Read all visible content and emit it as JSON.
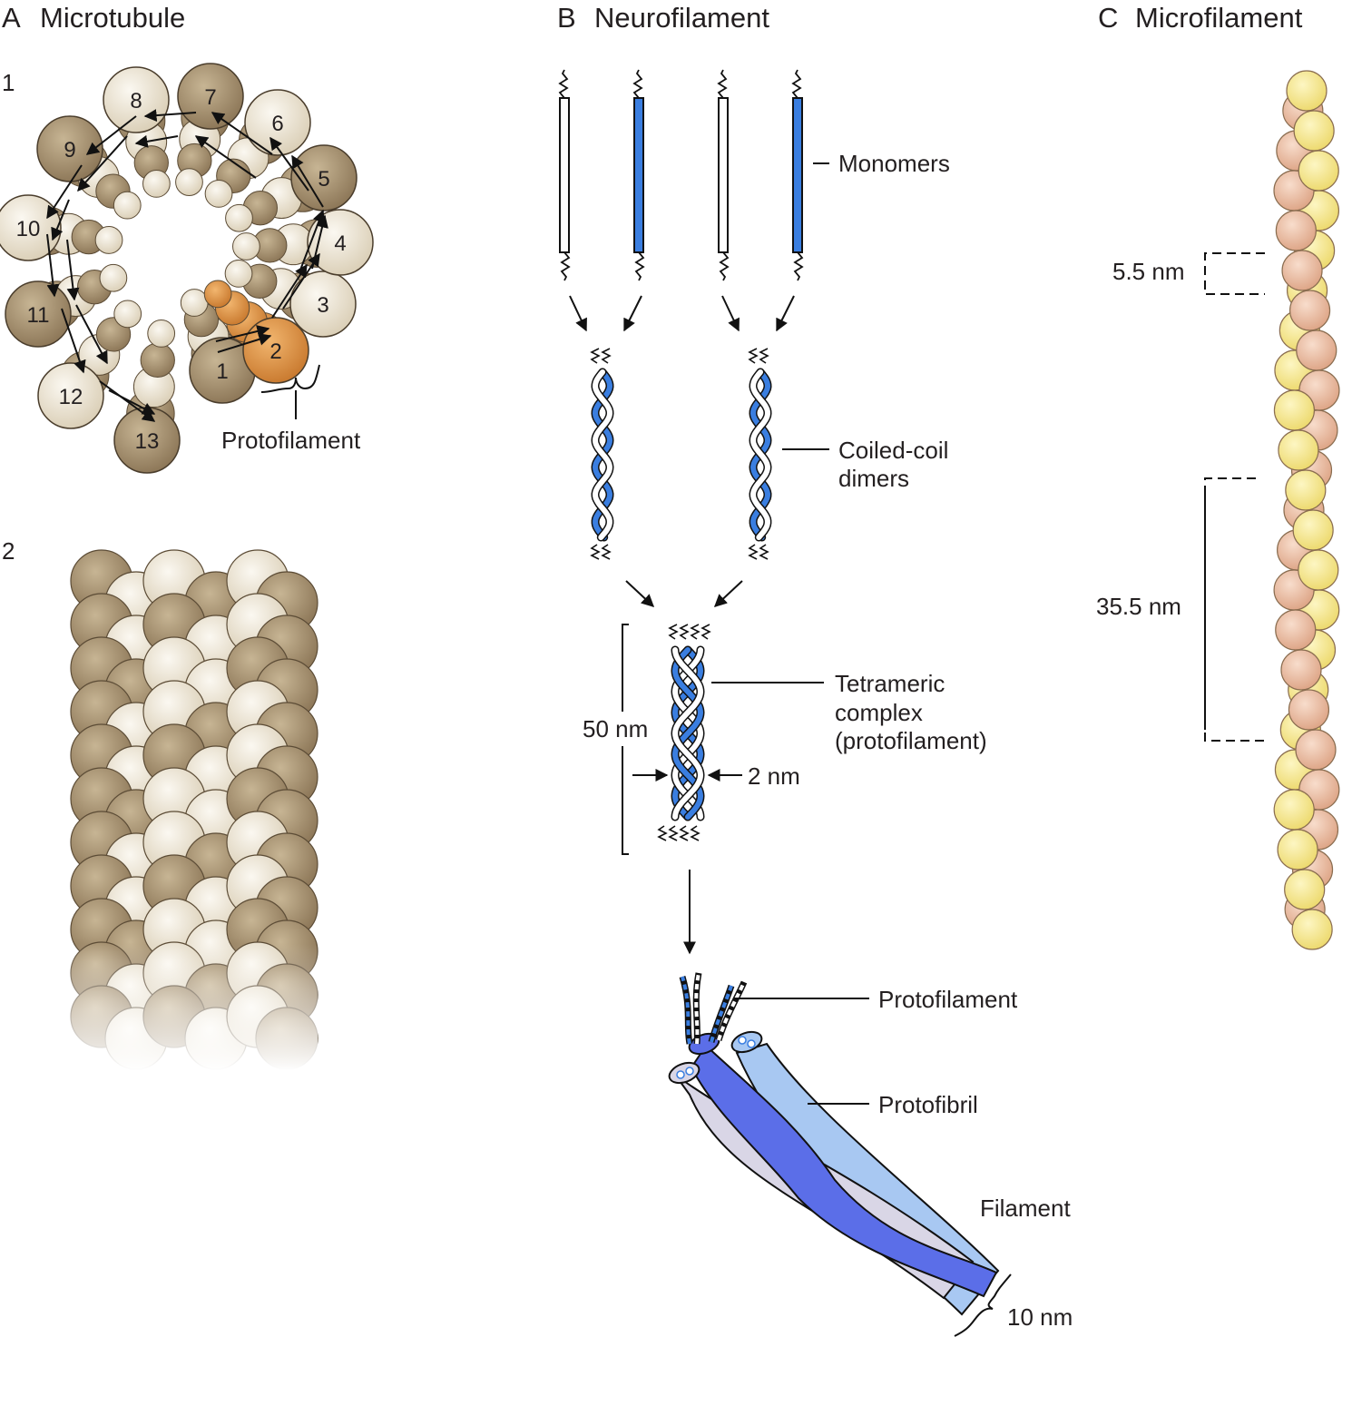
{
  "panels": {
    "a": {
      "letter": "A",
      "title": "Microtubule",
      "sub1": "1",
      "sub2": "2",
      "protofilament_label": "Protofilament",
      "ring_numbers": [
        "1",
        "2",
        "3",
        "4",
        "5",
        "6",
        "7",
        "8",
        "9",
        "10",
        "11",
        "12",
        "13"
      ]
    },
    "b": {
      "letter": "B",
      "title": "Neurofilament",
      "monomers_label": "Monomers",
      "dimers_label_1": "Coiled-coil",
      "dimers_label_2": "dimers",
      "tetramer_label_1": "Tetrameric",
      "tetramer_label_2": "complex",
      "tetramer_label_3": "(protofilament)",
      "length_label": "50 nm",
      "width_label": "2 nm",
      "protofilament_label": "Protofilament",
      "protofibril_label": "Protofibril",
      "filament_label": "Filament",
      "diameter_label": "10 nm"
    },
    "c": {
      "letter": "C",
      "title": "Microfilament",
      "subunit_label": "5.5 nm",
      "repeat_label": "35.5 nm"
    }
  },
  "colors": {
    "tubulin_dark": "#9a8462",
    "tubulin_light": "#ece4d4",
    "protofilament_highlight": "#d98a3a",
    "monomer_blue": "#3a7ee0",
    "protofibril_blue": "#5b6ee8",
    "filament_light_blue": "#a8c8f2",
    "filament_grey": "#d9d6e6",
    "actin_yellow": "#f7e68c",
    "actin_pink": "#efc2a6"
  }
}
